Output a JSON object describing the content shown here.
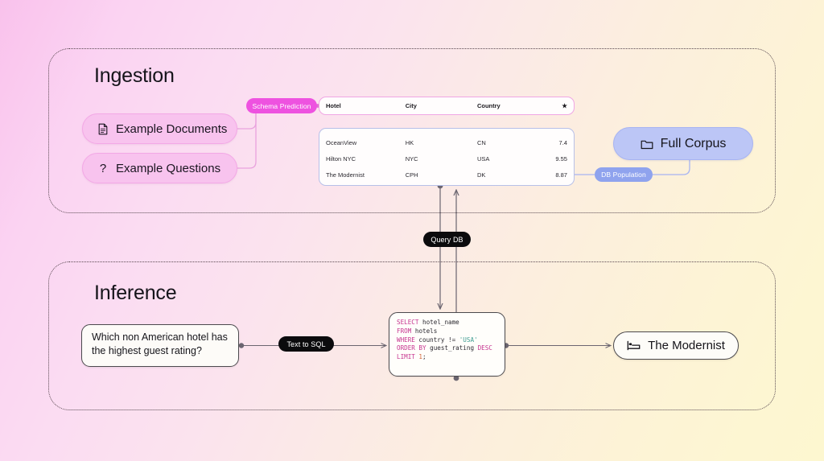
{
  "sections": {
    "ingestion": {
      "title": "Ingestion"
    },
    "inference": {
      "title": "Inference"
    }
  },
  "ingestion": {
    "nodes": [
      {
        "label": "Example Documents",
        "icon": "document-icon"
      },
      {
        "label": "Example Questions",
        "icon": "question-mark-icon"
      }
    ],
    "full_corpus": {
      "label": "Full Corpus",
      "icon": "folder-icon"
    },
    "badges": {
      "schema_prediction": "Schema Prediction",
      "db_population": "DB Population"
    },
    "table": {
      "columns": [
        "Hotel",
        "City",
        "Country",
        "★"
      ],
      "rows": [
        {
          "hotel": "OceanView",
          "city": "HK",
          "country": "CN",
          "rating": "7.4"
        },
        {
          "hotel": "Hilton NYC",
          "city": "NYC",
          "country": "USA",
          "rating": "9.55"
        },
        {
          "hotel": "The Modernist",
          "city": "CPH",
          "country": "DK",
          "rating": "8.87"
        }
      ]
    }
  },
  "inference": {
    "question": "Which non American hotel has the highest guest rating?",
    "badges": {
      "text_to_sql": "Text to SQL",
      "query_db": "Query DB"
    },
    "sql": {
      "line1_kw": "SELECT",
      "line1_rest": " hotel_name",
      "line2_kw": "FROM",
      "line2_rest": " hotels",
      "line3_kw": "WHERE",
      "line3_mid": " country != ",
      "line3_str": "'USA'",
      "line4_kw": "ORDER BY",
      "line4_mid": " guest_rating ",
      "line4_kw2": "DESC",
      "line5_kw": "LIMIT",
      "line5_num": " 1",
      "line5_end": ";"
    },
    "result": {
      "label": "The Modernist",
      "icon": "bed-icon"
    }
  },
  "colors": {
    "pink_node": "#f8c3ee",
    "blue_node": "#bcc6f6",
    "magenta_badge": "#ee52e0",
    "blue_badge": "#8fa3ee",
    "black_badge": "#0b0b0d",
    "sql_keyword": "#c6348f",
    "sql_string": "#3f9d92",
    "sql_number": "#d4663a"
  }
}
